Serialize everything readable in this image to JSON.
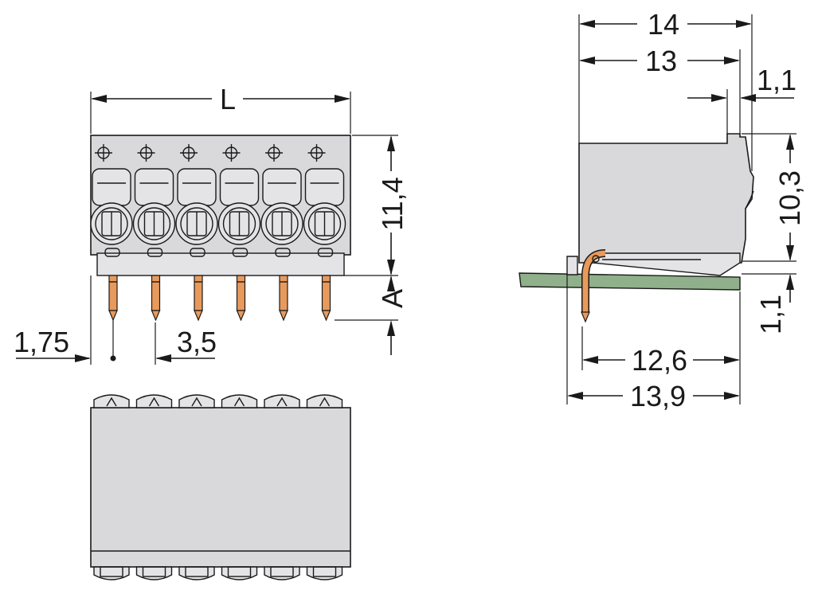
{
  "dimensions": {
    "front": {
      "length": "L",
      "height": "11,4",
      "pin_length": "A",
      "first_pin_offset": "1,75",
      "pitch": "3,5"
    },
    "side": {
      "overall_depth": "14",
      "body_depth": "13",
      "flange": "1,1",
      "body_height": "10,3",
      "pcb_thickness": "1,1",
      "pin_to_back": "12,6",
      "base_depth": "13,9"
    }
  },
  "pole_count": 6,
  "colors": {
    "housing": "#d9d9db",
    "pin": "#e89a5c",
    "pcb": "#8fb08a",
    "line": "#1a1a1a"
  }
}
